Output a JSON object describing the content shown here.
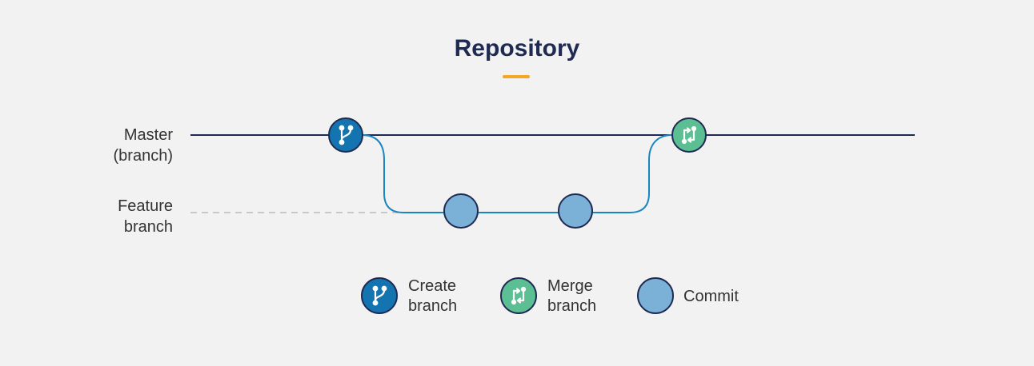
{
  "title": "Repository",
  "branches": {
    "master": {
      "line1": "Master",
      "line2": "(branch)"
    },
    "feature": {
      "line1": "Feature",
      "line2": "branch"
    }
  },
  "legend": {
    "create": {
      "line1": "Create",
      "line2": "branch",
      "icon": "git-branch-icon"
    },
    "merge": {
      "line1": "Merge",
      "line2": "branch",
      "icon": "git-merge-icon"
    },
    "commit": {
      "label": "Commit"
    }
  },
  "colors": {
    "background": "#f2f2f2",
    "title": "#1f2a52",
    "accent": "#f5a623",
    "master_line": "#1f2a52",
    "feature_line": "#1a86c1",
    "feature_dashed": "#c8c8c8",
    "create_node": "#1474b0",
    "merge_node": "#5cbf93",
    "commit_node": "#7bb1d6",
    "node_outline": "#1f2a52",
    "label_text": "#333333"
  }
}
